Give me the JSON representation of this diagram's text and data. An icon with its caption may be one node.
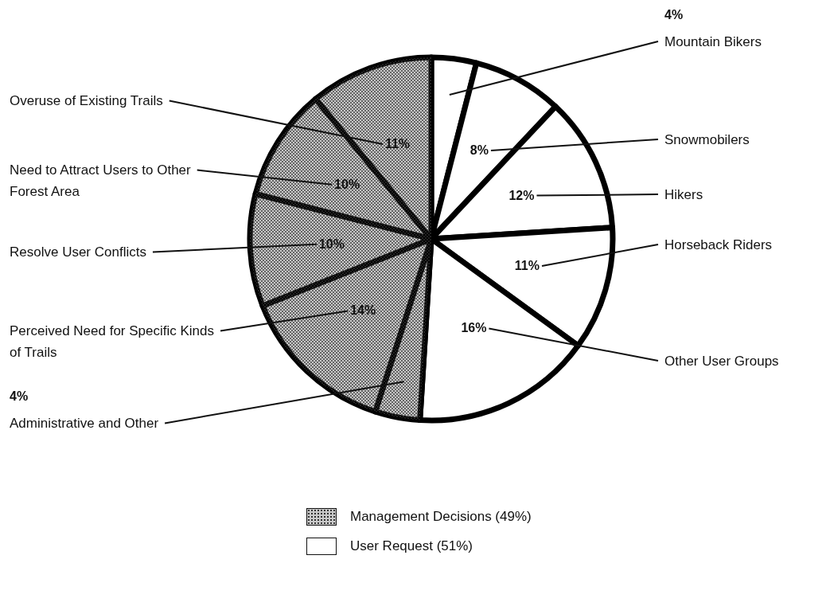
{
  "diagram": {
    "chart_data": {
      "type": "pie",
      "categories": [
        "Mountain Bikers",
        "Snowmobilers",
        "Hikers",
        "Horseback Riders",
        "Other User Groups",
        "Administrative and Other",
        "Perceived Need for Specific Kinds of Trails",
        "Resolve User Conflicts",
        "Need to Attract Users to Other  Forest Area",
        "Overuse of Existing Trails"
      ],
      "values": [
        4,
        8,
        12,
        11,
        16,
        4,
        14,
        10,
        10,
        11
      ],
      "value_labels": [
        "4%",
        "8%",
        "12%",
        "11%",
        "16%",
        "4%",
        "14%",
        "10%",
        "10%",
        "11%"
      ]
    },
    "legend": [
      {
        "text": "Management Decisions (49%)",
        "color": "#c8c8c8"
      },
      {
        "text": "User Request (51%)",
        "color": "#ffffff"
      }
    ]
  }
}
